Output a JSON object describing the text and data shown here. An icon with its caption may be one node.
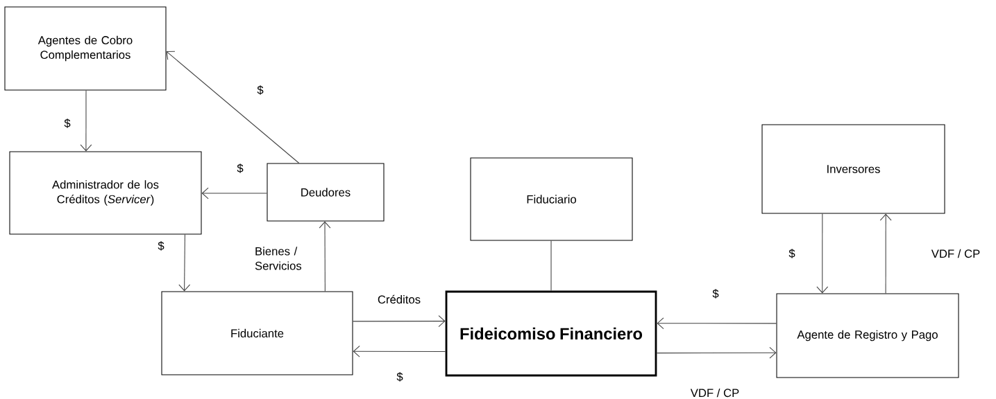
{
  "diagram": {
    "nodes": [
      {
        "text": [
          "Agentes de Cobro Complementarios"
        ]
      },
      {
        "text": [
          "Administrador de los Créditos (*Servicer*)"
        ]
      },
      {
        "text": [
          "Deudores"
        ]
      },
      {
        "text": [
          "Fiduciario"
        ]
      },
      {
        "text": [
          "Inversores"
        ]
      },
      {
        "text": [
          "Fiduciante"
        ]
      },
      {
        "text": [
          "Fideicomiso Financiero"
        ]
      },
      {
        "text": [
          "Agente de Registro y Pago"
        ]
      }
    ],
    "edges": [
      {
        "from": 0,
        "to": 1,
        "arrow": "to",
        "label": "$"
      },
      {
        "from": 2,
        "to": 0,
        "arrow": "to",
        "label": "$"
      },
      {
        "from": 2,
        "to": 1,
        "arrow": "to",
        "label": "$"
      },
      {
        "from": 1,
        "to": 5,
        "arrow": "to",
        "label": "$"
      },
      {
        "from": 5,
        "to": 2,
        "arrow": "to",
        "label": "Bienes / Servicios"
      },
      {
        "from": 5,
        "to": 6,
        "arrow": "to",
        "label": "Créditos"
      },
      {
        "from": 6,
        "to": 5,
        "arrow": "to",
        "label": "$"
      },
      {
        "from": 6,
        "to": 3,
        "arrow": "none"
      },
      {
        "from": 7,
        "to": 6,
        "arrow": "to",
        "label": "$"
      },
      {
        "from": 6,
        "to": 7,
        "arrow": "to",
        "label": "VDF / CP"
      },
      {
        "from": 4,
        "to": 7,
        "arrow": "to",
        "label": "$"
      },
      {
        "from": 7,
        "to": 4,
        "arrow": "to",
        "label": "VDF / CP"
      }
    ]
  }
}
